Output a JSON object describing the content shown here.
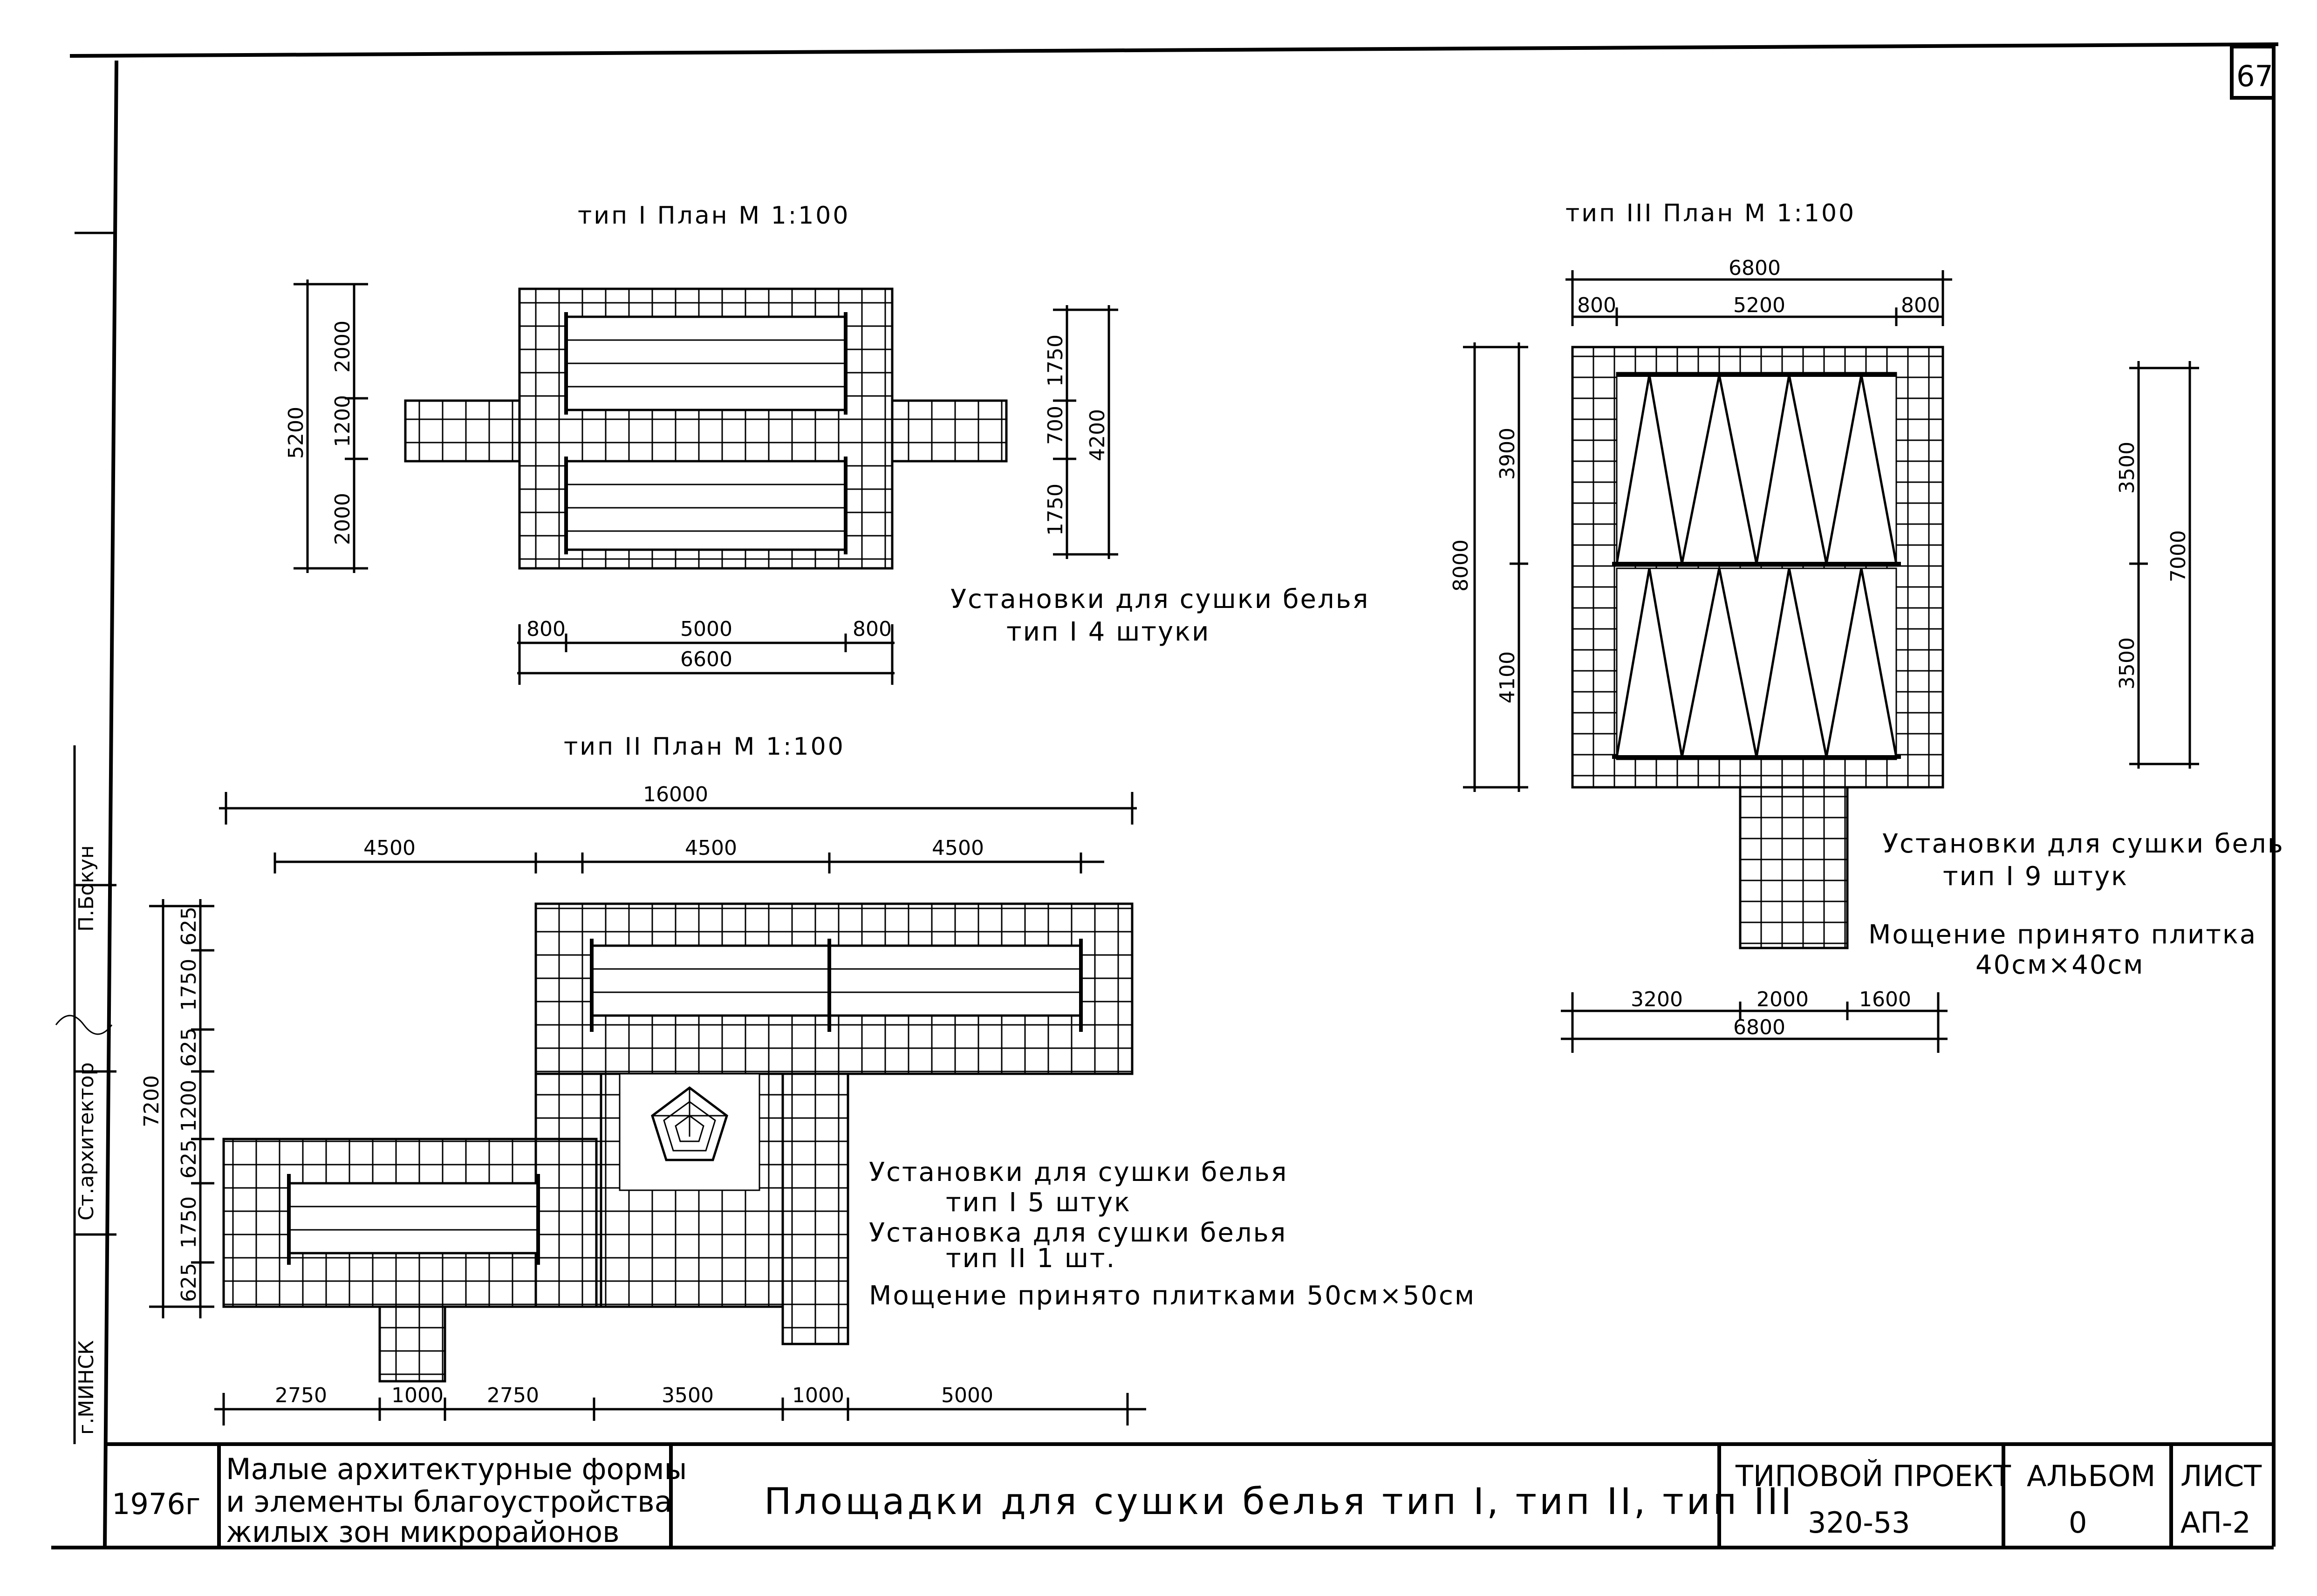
{
  "sheet": {
    "page_number": "67",
    "side_stamps": [
      "г.МИНСК",
      "Ст.архитектор",
      "П.Бокун"
    ]
  },
  "plans": {
    "type1": {
      "title": "тип I  План  М 1:100",
      "dims_vertical_left": [
        "5200",
        "2000",
        "1200",
        "2000"
      ],
      "dims_vertical_right": [
        "1750",
        "700",
        "1750",
        "4200"
      ],
      "dims_horizontal": [
        "800",
        "5000",
        "800",
        "6600"
      ]
    },
    "type2": {
      "title": "тип II  План  М 1:100",
      "dims_top": [
        "16000",
        "4500",
        "4500",
        "4500"
      ],
      "dims_left": [
        "7200",
        "625",
        "1750",
        "625",
        "1200",
        "625",
        "1750",
        "625"
      ],
      "dims_bottom": [
        "2750",
        "1000",
        "2750",
        "3500",
        "1000",
        "5000"
      ]
    },
    "type3": {
      "title": "тип III  План  М 1:100",
      "dims_top": [
        "6800",
        "800",
        "5200",
        "800"
      ],
      "dims_left": [
        "8000",
        "3900",
        "4100"
      ],
      "dims_right": [
        "3500",
        "7000",
        "3500"
      ],
      "dims_bottom": [
        "3200",
        "2000",
        "1600",
        "6800"
      ]
    }
  },
  "notes": {
    "type1": [
      "Установки для сушки белья",
      "тип I      4 штуки"
    ],
    "type2": [
      "Установки для сушки белья",
      "тип I        5 штук",
      "Установка для сушки белья",
      "тип II          1 шт.",
      "Мощение принято плитками 50см×50см"
    ],
    "type3": [
      "Установки для сушки бель",
      "тип I         9 штук",
      "Мощение принято плитка",
      "40см×40см"
    ]
  },
  "title_block": {
    "year": "1976г",
    "series": [
      "Малые архитектурные формы",
      "и элементы благоустройства",
      "жилых зон микрорайонов"
    ],
    "sheet_title": "Площадки для сушки белья тип I, тип II, тип III",
    "project_label": "ТИПОВОЙ ПРОЕКТ",
    "project_number": "320-53",
    "album_label": "АЛЬБОМ",
    "album_number": "0",
    "sheet_label": "ЛИСТ",
    "sheet_number": "АП-2"
  }
}
